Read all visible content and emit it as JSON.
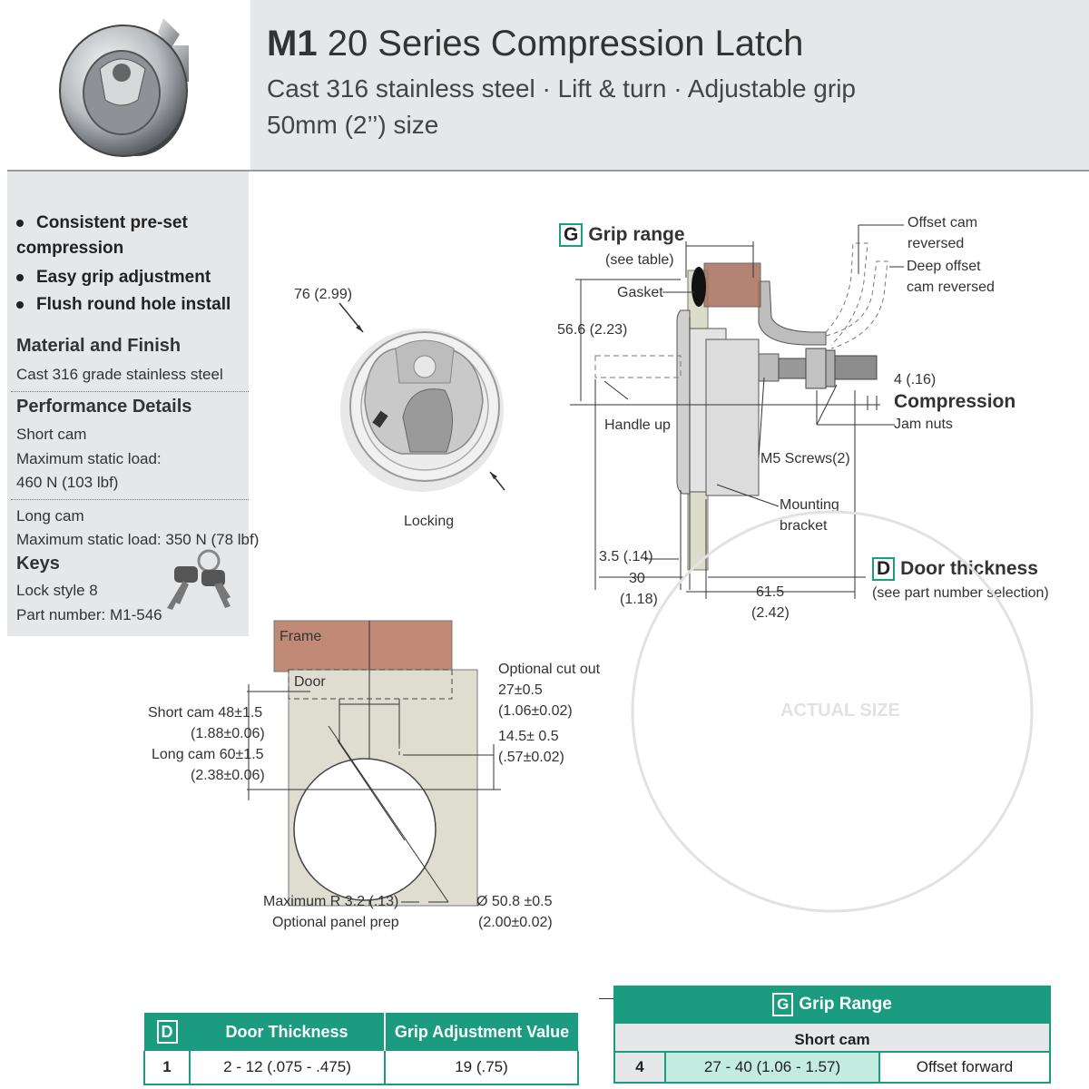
{
  "header": {
    "title_bold": "M1",
    "title_rest": " 20 Series Compression Latch",
    "subtitle1": "Cast 316 stainless steel · Lift & turn · Adjustable grip",
    "subtitle2": "50mm (2’’) size"
  },
  "features": [
    "Consistent pre-set compression",
    "Easy grip adjustment",
    "Flush round hole install"
  ],
  "material": {
    "heading": "Material and Finish",
    "text": "Cast 316 grade stainless steel"
  },
  "performance": {
    "heading": "Performance Details",
    "short_cam": "Short cam",
    "short_load_label": "Maximum static load:",
    "short_load_value": "460 N (103 lbf)",
    "long_cam": "Long cam",
    "long_load": "Maximum static load: 350 N (78 lbf)"
  },
  "keys": {
    "heading": "Keys",
    "lock_style": "Lock style 8",
    "part_number": "Part number: M1-546"
  },
  "front_view": {
    "dia": "76 (2.99)",
    "locking": "Locking"
  },
  "side_view": {
    "grip_letter": "G",
    "grip_range": "Grip range",
    "see_table": "(see table)",
    "gasket": "Gasket",
    "height": "56.6 (2.23)",
    "handle_up": "Handle up",
    "offset_cam": "Offset cam",
    "reversed": "reversed",
    "deep_offset": "Deep offset",
    "cam_reversed": "cam reversed",
    "comp_val": "4 (.16)",
    "compression": "Compression",
    "jam_nuts": "Jam nuts",
    "m5": "M5 Screws(2)",
    "mounting": "Mounting",
    "bracket": "bracket",
    "d35": "3.5 (.14)",
    "d30": "30",
    "d30in": "(1.18)",
    "d615": "61.5",
    "d615in": "(2.42)",
    "door_letter": "D",
    "door_thickness": "Door thickness",
    "see_part": "(see part number selection)"
  },
  "actual_size": "ACTUAL SIZE",
  "cutout": {
    "frame": "Frame",
    "door": "Door",
    "short_cam": "Short cam 48±1.5",
    "short_cam_in": "(1.88±0.06)",
    "long_cam": "Long cam 60±1.5",
    "long_cam_in": "(2.38±0.06)",
    "optional_cut": "Optional cut out",
    "cut_val": "27±0.5",
    "cut_in": "(1.06±0.02)",
    "d145": "14.5± 0.5",
    "d145in": "(.57±0.02)",
    "max_r": "Maximum R 3.2 (.13)",
    "opt_prep": "Optional panel prep",
    "dia": "Ø 50.8 ±0.5",
    "dia_in": "(2.00±0.02)"
  },
  "door_table": {
    "headers": [
      "D",
      "Door Thickness",
      "Grip Adjustment Value"
    ],
    "row": [
      "1",
      "2 - 12 (.075 - .475)",
      "19 (.75)"
    ]
  },
  "grip_table": {
    "letter": "G",
    "title": "Grip Range",
    "subhead": "Short cam",
    "row": [
      "4",
      "27 - 40 (1.06 - 1.57)",
      "Offset forward"
    ]
  },
  "colors": {
    "accent": "#1b9b7f",
    "frame": "#c08a77",
    "door": "#deddd0",
    "header_bg": "#e6e7e8"
  }
}
